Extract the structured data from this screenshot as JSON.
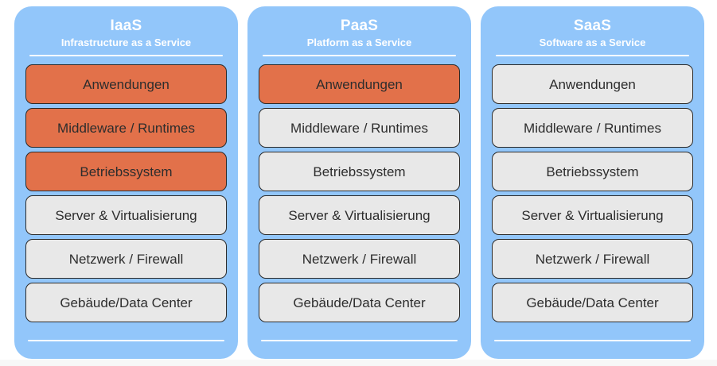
{
  "diagram": {
    "background_color": "#ffffff",
    "panel_color": "#92c6fa",
    "managed_color": "#e2714a",
    "standard_color": "#e8e8e8",
    "border_color": "#2b2b2b",
    "rule_color": "#ffffff",
    "layer_names": [
      "Anwendungen",
      "Middleware / Runtimes",
      "Betriebssystem",
      "Server & Virtualisierung",
      "Netzwerk / Firewall",
      "Gebäude/Data Center"
    ],
    "panels": [
      {
        "title": "IaaS",
        "subtitle": "Infrastructure as a Service",
        "layers": [
          {
            "label": "Anwendungen",
            "style": "managed"
          },
          {
            "label": "Middleware / Runtimes",
            "style": "managed"
          },
          {
            "label": "Betriebssystem",
            "style": "managed"
          },
          {
            "label": "Server & Virtualisierung",
            "style": "standard"
          },
          {
            "label": "Netzwerk / Firewall",
            "style": "standard"
          },
          {
            "label": "Gebäude/Data Center",
            "style": "standard"
          }
        ]
      },
      {
        "title": "PaaS",
        "subtitle": "Platform as a Service",
        "layers": [
          {
            "label": "Anwendungen",
            "style": "managed"
          },
          {
            "label": "Middleware / Runtimes",
            "style": "standard"
          },
          {
            "label": "Betriebssystem",
            "style": "standard"
          },
          {
            "label": "Server & Virtualisierung",
            "style": "standard"
          },
          {
            "label": "Netzwerk / Firewall",
            "style": "standard"
          },
          {
            "label": "Gebäude/Data Center",
            "style": "standard"
          }
        ]
      },
      {
        "title": "SaaS",
        "subtitle": "Software as a Service",
        "layers": [
          {
            "label": "Anwendungen",
            "style": "standard"
          },
          {
            "label": "Middleware / Runtimes",
            "style": "standard"
          },
          {
            "label": "Betriebssystem",
            "style": "standard"
          },
          {
            "label": "Server & Virtualisierung",
            "style": "standard"
          },
          {
            "label": "Netzwerk / Firewall",
            "style": "standard"
          },
          {
            "label": "Gebäude/Data Center",
            "style": "standard"
          }
        ]
      }
    ]
  }
}
